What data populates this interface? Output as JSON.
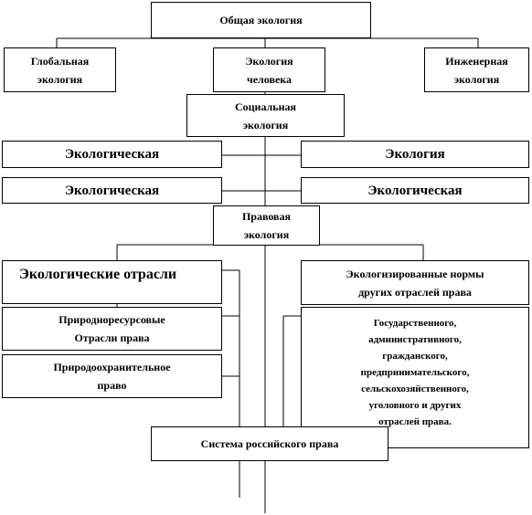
{
  "diagram": {
    "root": "Общая экология",
    "level1": {
      "global": "Глобальная\nэкология",
      "human": "Экология\nчеловека",
      "engineering": "Инженерная\nэкология"
    },
    "social": "Социальная\nэкология",
    "row_a": {
      "left": "Экологическая",
      "right": "Экология"
    },
    "row_b": {
      "left": "Экологическая",
      "right": "Экологическая"
    },
    "legal": "Правовая\nэкология",
    "branches": "Экологические отрасли",
    "greened_norms": "Экологизированные нормы\nдругих отраслей права",
    "resource_law": "Природноресурсовые\nОтрасли права",
    "protection_law": "Природоохранительное\nправо",
    "other_branches": "Государственного,\nадминистративного,\nгражданского,\nпредпринимательского,\nсельскохозяйственного,\nуголовного и других\nотраслей права.",
    "system": "Система российского права"
  }
}
